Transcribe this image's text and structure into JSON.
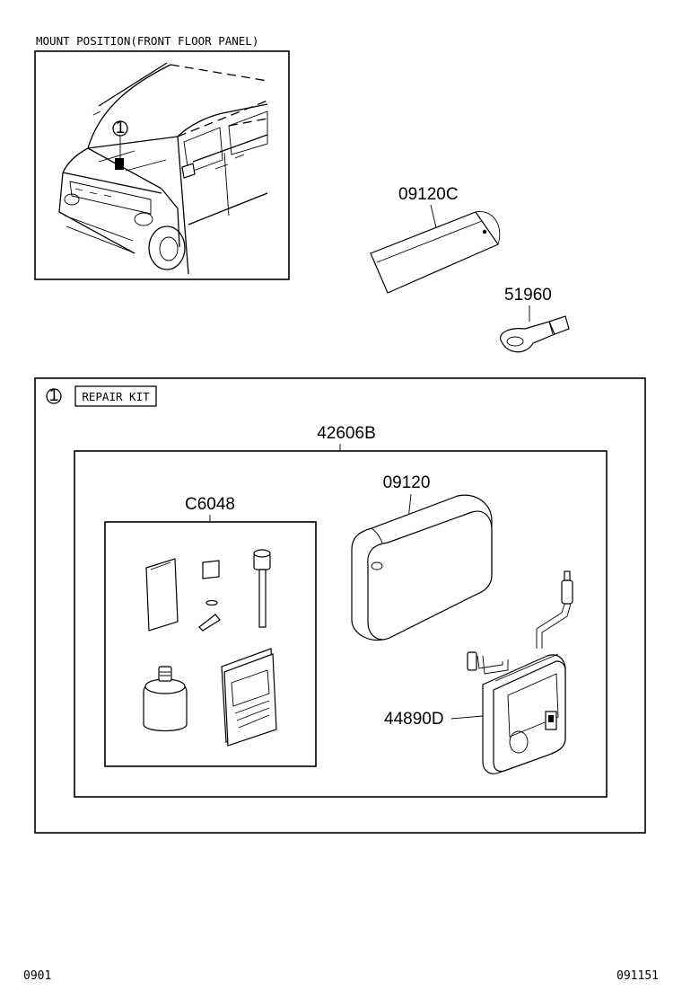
{
  "mount_caption": "MOUNT POSITION(FRONT FLOOR PANEL)",
  "callout_marker": "1",
  "kit": {
    "marker": "1",
    "title": "REPAIR KIT"
  },
  "parts": {
    "p09120C": "09120C",
    "p51960": "51960",
    "p42606B": "42606B",
    "p09120": "09120",
    "pC6048": "C6048",
    "p44890D": "44890D"
  },
  "footer": {
    "left": "0901",
    "right": "091151"
  }
}
